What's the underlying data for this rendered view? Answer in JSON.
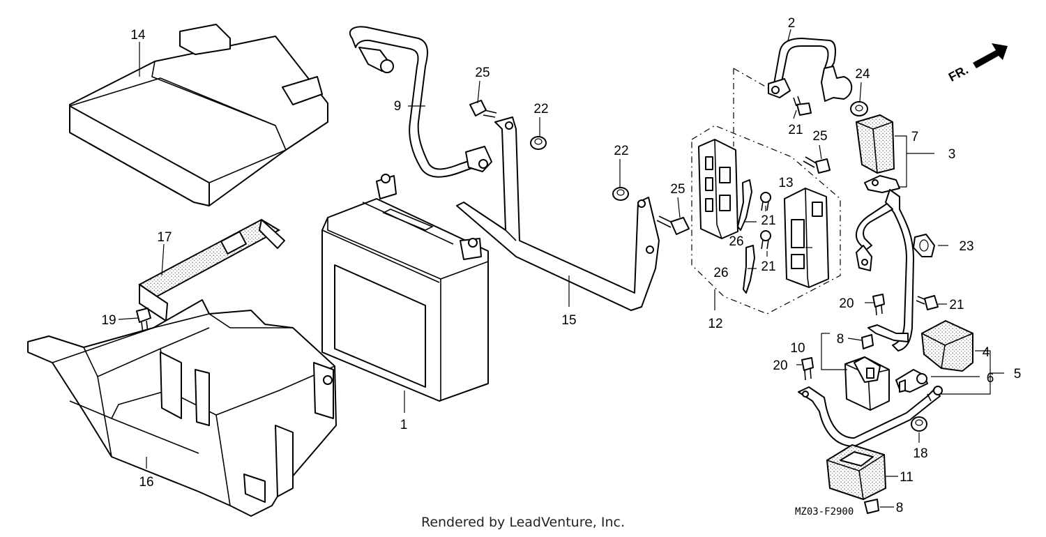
{
  "diagram": {
    "code": "MZ03-F2900",
    "direction": "FR.",
    "credit": "Rendered by LeadVenture, Inc."
  },
  "callouts": {
    "c1": "1",
    "c2": "2",
    "c3": "3",
    "c4": "4",
    "c5": "5",
    "c6": "6",
    "c7": "7",
    "c8a": "8",
    "c8b": "8",
    "c9": "9",
    "c10": "10",
    "c11": "11",
    "c12": "12",
    "c13": "13",
    "c14": "14",
    "c15": "15",
    "c16": "16",
    "c17": "17",
    "c18": "18",
    "c19": "19",
    "c20a": "20",
    "c20b": "20",
    "c21a": "21",
    "c21b": "21",
    "c21c": "21",
    "c21d": "21",
    "c22a": "22",
    "c22b": "22",
    "c23": "23",
    "c24": "24",
    "c25a": "25",
    "c25b": "25",
    "c25c": "25",
    "c26a": "26",
    "c26b": "26"
  }
}
